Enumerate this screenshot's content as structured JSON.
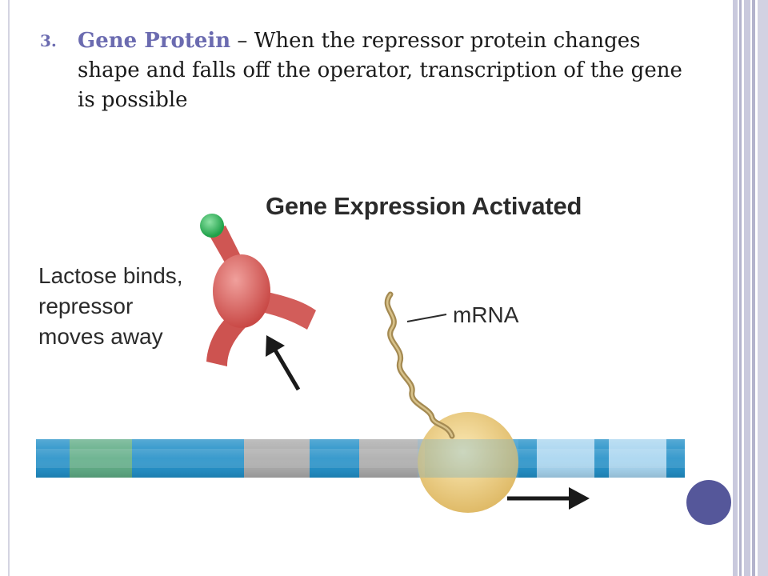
{
  "slide": {
    "bullet_number": "3.",
    "bullet_term": "Gene Protein",
    "bullet_body": " – When the repressor protein changes shape and falls off the operator, transcription of the gene is possible"
  },
  "figure": {
    "title": "Gene Expression Activated",
    "label_lactose_line1": "Lactose binds,",
    "label_lactose_line2": "repressor",
    "label_lactose_line3": "moves away",
    "label_mrna": "mRNA"
  },
  "colors": {
    "accent": "#6b6bb0",
    "nav_dot": "#55579a",
    "dna_blue": "#1f8ec7",
    "dna_green": "#5dab84",
    "dna_gray": "#a9a9a9",
    "dna_light": "#a6d4ef",
    "polymerase": "#e9c56c",
    "repressor": "#d65a58",
    "lactose": "#2db457",
    "mrna": "#a48a52"
  }
}
